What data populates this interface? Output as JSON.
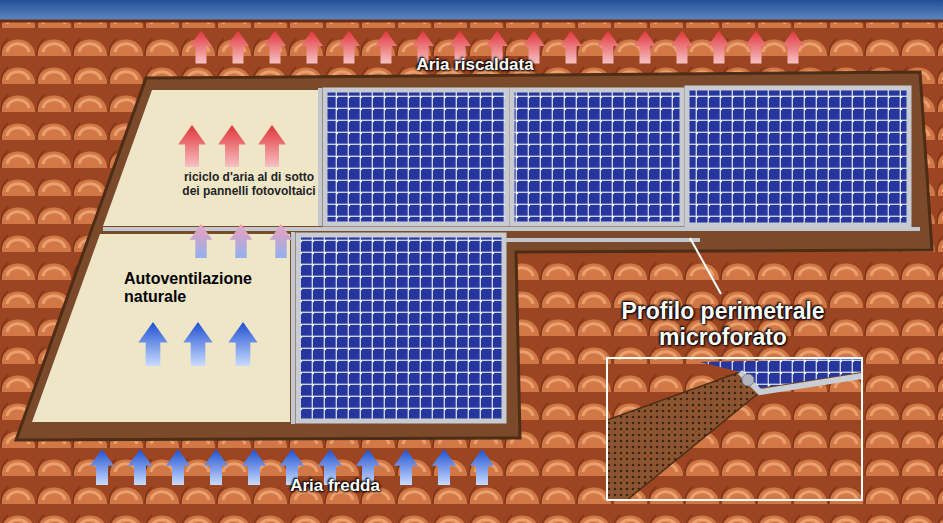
{
  "diagram": {
    "labels": [
      "Aria riscaldata",
      "riciclo d'aria al di sotto dei pannelli fotovoltaici",
      "Autoventilazione naturale",
      "Profilo perimetrale microforato",
      "Aria fredda"
    ]
  }
}
